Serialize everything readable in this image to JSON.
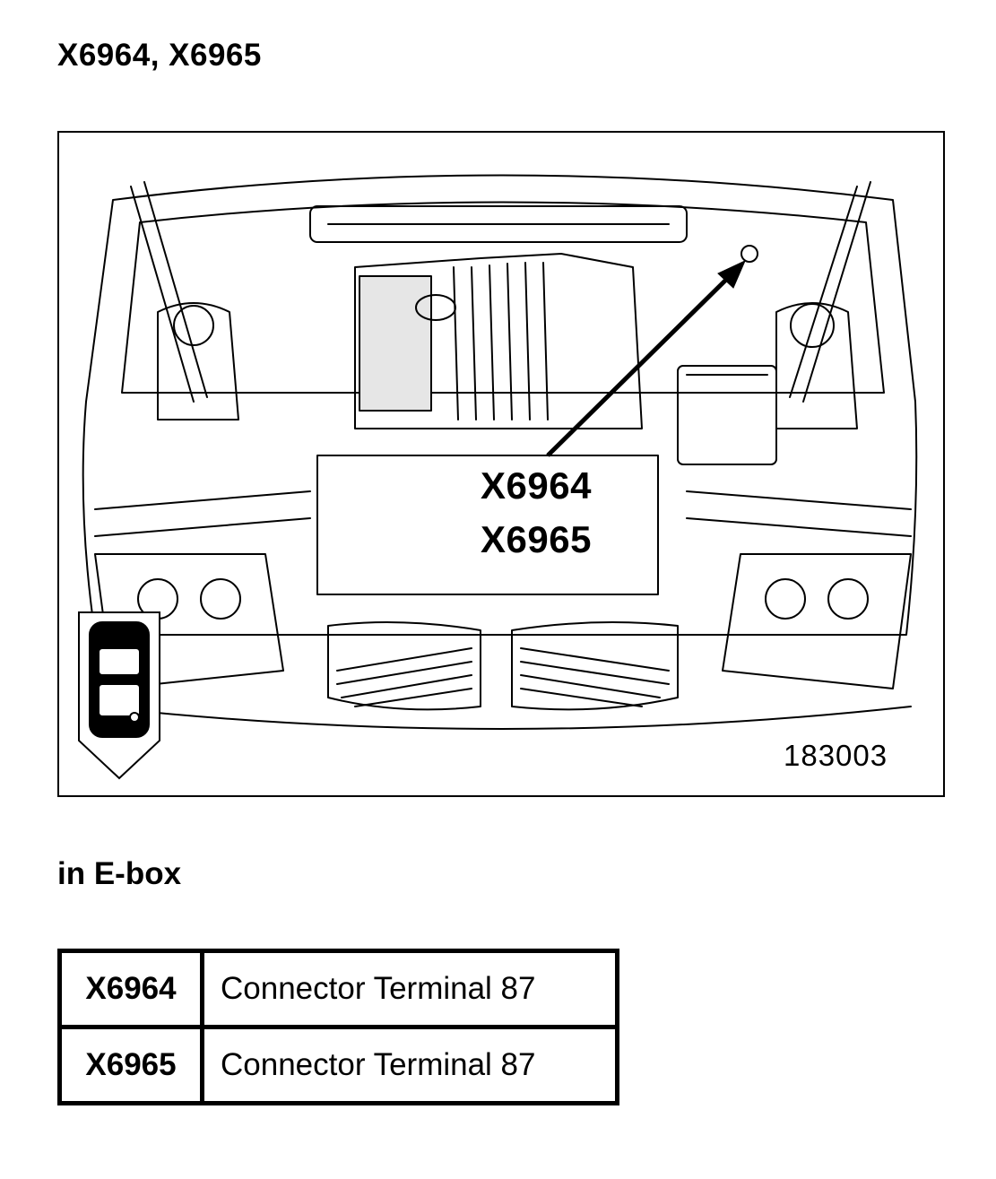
{
  "title": "X6964, X6965",
  "figure": {
    "callout_labels": [
      "X6964",
      "X6965"
    ],
    "figure_number": "183003"
  },
  "subtitle": "in E-box",
  "legend": {
    "rows": [
      {
        "code": "X6964",
        "description": "Connector Terminal 87"
      },
      {
        "code": "X6965",
        "description": "Connector Terminal 87"
      }
    ]
  }
}
